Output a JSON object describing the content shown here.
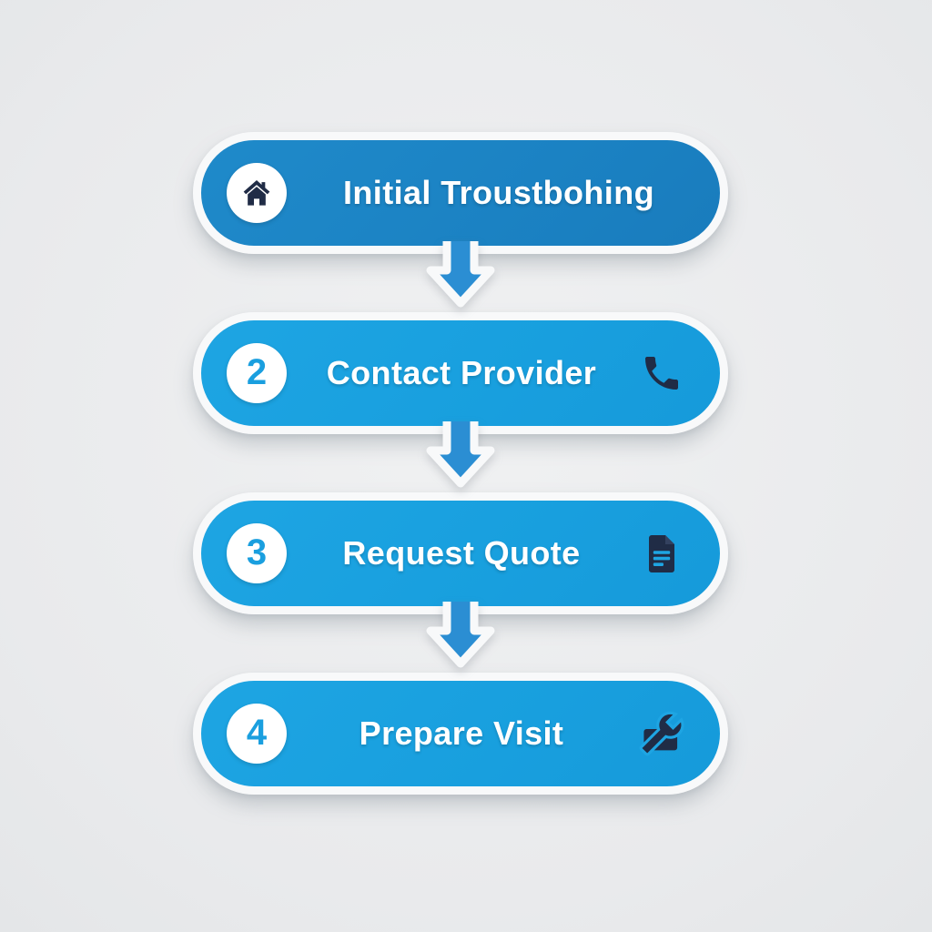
{
  "figure": {
    "type": "vertical-process-flow",
    "background_color": "#eaebec"
  },
  "steps": [
    {
      "label": "Initial Troustbohing",
      "badge_icon": "home-icon",
      "number": "",
      "right_icon": "",
      "pill_color": "#1b82c3"
    },
    {
      "label": "Contact Provider",
      "badge_icon": "",
      "number": "2",
      "right_icon": "phone-icon",
      "pill_color": "#189fde"
    },
    {
      "label": "Request Quote",
      "badge_icon": "",
      "number": "3",
      "right_icon": "document-icon",
      "pill_color": "#189fde"
    },
    {
      "label": "Prepare Visit",
      "badge_icon": "",
      "number": "4",
      "right_icon": "wrench-icon",
      "pill_color": "#189fde"
    }
  ],
  "connectors": {
    "count": 3,
    "shape": "down-arrow",
    "color": "#2b8ed3",
    "outline_color": "#f8f9fa"
  },
  "colors": {
    "badge_background": "#ffffff",
    "badge_number": "#1a9fdf",
    "label_text": "#ffffff",
    "icon_dark": "#202c46",
    "pill_border": "#f8f9fa"
  }
}
